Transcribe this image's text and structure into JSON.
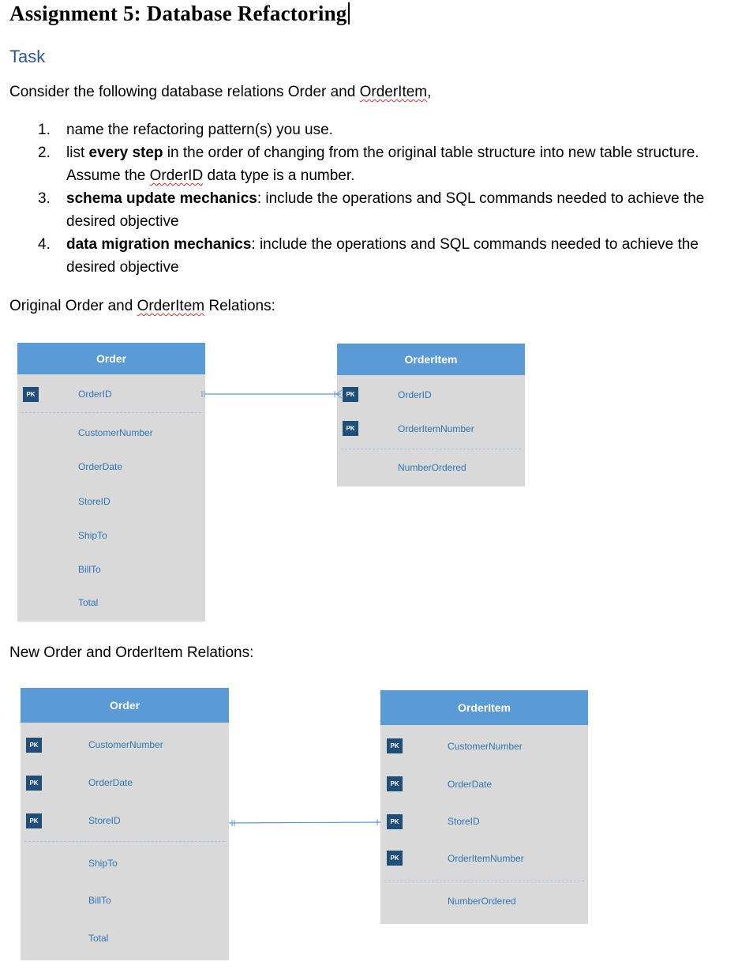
{
  "title": "Assignment 5: Database Refactoring",
  "subtitle": "Task",
  "intro_prefix": "Consider the following database relations Order and ",
  "intro_word": "OrderItem",
  "intro_suffix": ",",
  "steps": [
    {
      "num": "1.",
      "text": "name the refactoring pattern(s) you use."
    },
    {
      "num": "2.",
      "bold": "",
      "pre": "list ",
      "boldword": "every step",
      "post_a": " in the order of changing from the original table structure into new table structure. Assume the ",
      "squig": "OrderID",
      "post_b": " data type is a number."
    },
    {
      "num": "3.",
      "bold": "schema update mechanics",
      "text": ": include the operations and SQL commands needed to achieve the desired objective"
    },
    {
      "num": "4.",
      "bold": "data migration mechanics",
      "text": ": include the operations and SQL commands needed to achieve the desired objective"
    }
  ],
  "original_caption_prefix": "Original Order and ",
  "original_caption_word": "OrderItem",
  "original_caption_suffix": " Relations:",
  "new_caption": "New Order and OrderItem Relations:",
  "pk_label": "PK",
  "original": {
    "order": {
      "name": "Order",
      "fields": [
        "OrderID",
        "CustomerNumber",
        "OrderDate",
        "StoreID",
        "ShipTo",
        "BillTo",
        "Total"
      ]
    },
    "orderitem": {
      "name": "OrderItem",
      "fields": [
        "OrderID",
        "OrderItemNumber",
        "NumberOrdered"
      ]
    }
  },
  "new": {
    "order": {
      "name": "Order",
      "fields": [
        "CustomerNumber",
        "OrderDate",
        "StoreID",
        "ShipTo",
        "BillTo",
        "Total"
      ]
    },
    "orderitem": {
      "name": "OrderItem",
      "fields": [
        "CustomerNumber",
        "OrderDate",
        "StoreID",
        "OrderItemNumber",
        "NumberOrdered"
      ]
    }
  },
  "colors": {
    "header": "#5b9bd5",
    "body": "#d9d9d9",
    "pk_badge": "#1f4e79",
    "field_text": "#2e75b6",
    "subtitle": "#2f5496"
  }
}
